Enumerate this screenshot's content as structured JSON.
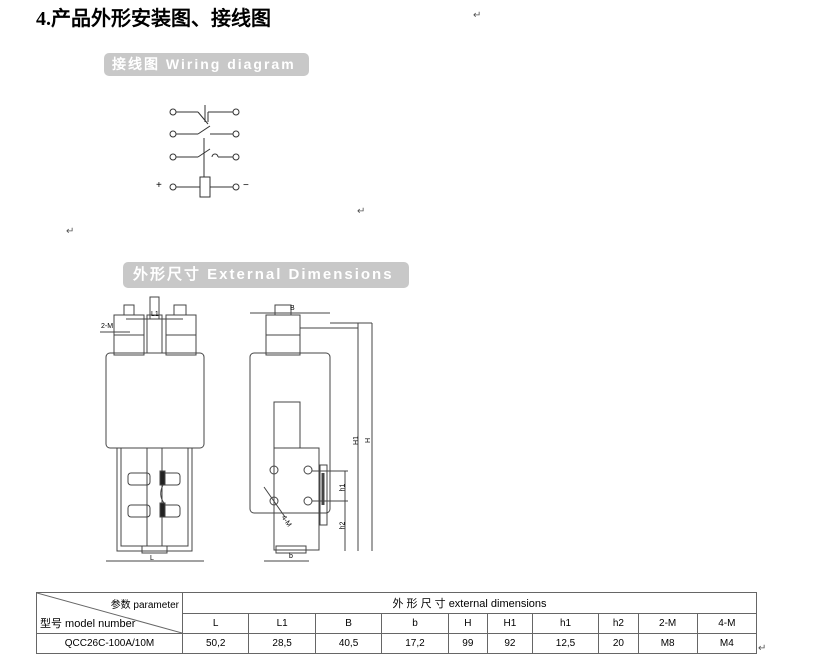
{
  "heading": "4.产品外形安装图、接线图",
  "wiring_banner": "接线图 Wiring diagram",
  "dimensions_banner": "外形尺寸 External Dimensions",
  "wiring": {
    "plus": "+",
    "minus": "−"
  },
  "drawing_labels": {
    "L": "L",
    "L1": "L1",
    "two_m": "2-M",
    "B": "B",
    "b": "b",
    "H": "H",
    "H1": "H1",
    "h1": "h1",
    "h2": "h2",
    "four_m": "4-M"
  },
  "return_mark": "↵",
  "table": {
    "param_label": "参数 parameter",
    "model_label": "型号 model number",
    "group_header": "外 形 尺 寸  external dimensions",
    "columns": [
      "L",
      "L1",
      "B",
      "b",
      "H",
      "H1",
      "h1",
      "h2",
      "2-M",
      "4-M"
    ],
    "rows": [
      {
        "model": "QCC26C-100A/10M",
        "values": [
          "50,2",
          "28,5",
          "40,5",
          "17,2",
          "99",
          "92",
          "12,5",
          "20",
          "M8",
          "M4"
        ]
      }
    ]
  }
}
